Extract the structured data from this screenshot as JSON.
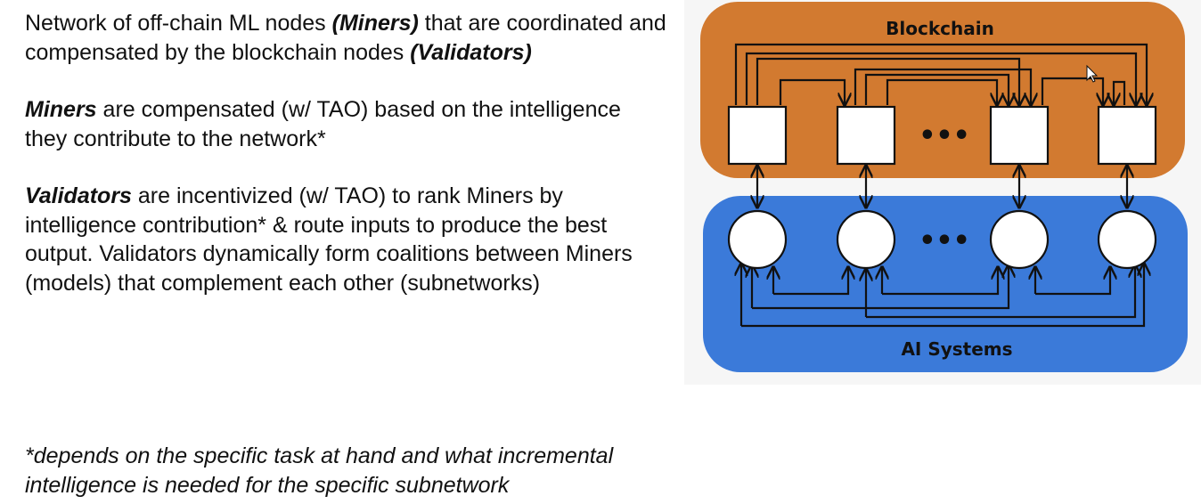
{
  "text": {
    "p1": {
      "a": "Network of off-chain ML nodes ",
      "b": "(Miners)",
      "c": " that are coordinated and compensated by the blockchain nodes ",
      "d": "(Validators)"
    },
    "p2": {
      "a": "Miners",
      "b": " are compensated (w/ TAO) based on the intelligence they contribute to the network*"
    },
    "p3": {
      "a": "Validators",
      "b": " are incentivized (w/ TAO) to rank Miners by intelligence contribution* & route inputs to produce the best output. Validators dynamically form coalitions between Miners (models) that complement each other (subnetworks)"
    },
    "footnote": "*depends on the specific task at hand and what incremental intelligence is needed for the specific subnetwork"
  },
  "diagram": {
    "top_label": "Blockchain",
    "bottom_label": "AI Systems",
    "ellipsis_top": "•••",
    "ellipsis_bottom": "•••",
    "colors": {
      "blockchain": "#d27a30",
      "ai_systems": "#3b7ad9",
      "node_fill": "#ffffff",
      "stroke": "#111111",
      "canvas_bg": "#f6f6f6"
    },
    "validator_nodes": 4,
    "miner_nodes": 4
  }
}
